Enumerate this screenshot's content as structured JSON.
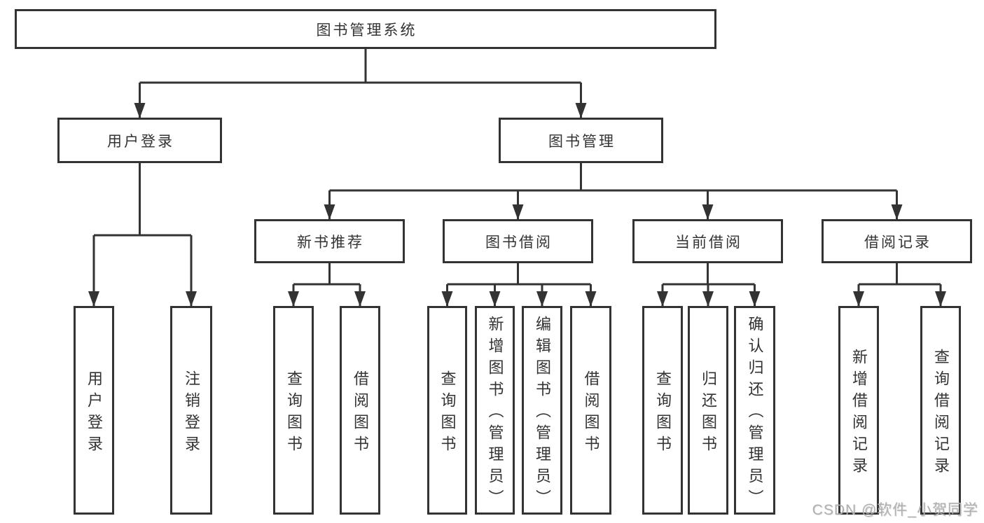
{
  "title": "图书管理系统",
  "tree": {
    "label": "图书管理系统",
    "children": [
      {
        "label": "用户登录",
        "children": [
          {
            "label": "用户登录"
          },
          {
            "label": "注销登录"
          }
        ]
      },
      {
        "label": "图书管理",
        "children": [
          {
            "label": "新书推荐",
            "children": [
              {
                "label": "查询图书"
              },
              {
                "label": "借阅图书"
              }
            ]
          },
          {
            "label": "图书借阅",
            "children": [
              {
                "label": "查询图书"
              },
              {
                "label": "新增图书（管理员）"
              },
              {
                "label": "编辑图书（管理员）"
              },
              {
                "label": "借阅图书"
              }
            ]
          },
          {
            "label": "当前借阅",
            "children": [
              {
                "label": "查询图书"
              },
              {
                "label": "归还图书"
              },
              {
                "label": "确认归还（管理员）"
              }
            ]
          },
          {
            "label": "借阅记录",
            "children": [
              {
                "label": "新增借阅记录"
              },
              {
                "label": "查询借阅记录"
              }
            ]
          }
        ]
      }
    ]
  },
  "watermark": {
    "text": "CSDN @软件_小贺同学"
  },
  "colors": {
    "line": "#333333",
    "box_border": "#333333",
    "text": "#333333",
    "watermark": "#b0b0b0",
    "background": "#ffffff"
  }
}
